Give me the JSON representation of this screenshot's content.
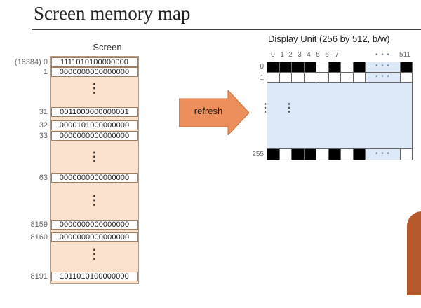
{
  "title": "Screen memory map",
  "memory": {
    "caption": "Screen",
    "rows": [
      {
        "address": "(16384) 0",
        "word": "1111010100000000"
      },
      {
        "address": "1",
        "word": "0000000000000000"
      },
      {
        "ellipsis": true
      },
      {
        "address": "31",
        "word": "0011000000000001"
      },
      {
        "address": "32",
        "word": "0000101000000000"
      },
      {
        "address": "33",
        "word": "0000000000000000"
      },
      {
        "ellipsis": true
      },
      {
        "address": "63",
        "word": "0000000000000000"
      },
      {
        "ellipsis": true
      },
      {
        "address": "8159",
        "word": "0000000000000000"
      },
      {
        "address": "8160",
        "word": "0000000000000000"
      },
      {
        "ellipsis": true
      },
      {
        "address": "8191",
        "word": "1011010100000000"
      }
    ],
    "ellipsis_glyph": "⋮"
  },
  "arrow": {
    "label": "refresh",
    "color": "#ec8f5c",
    "stroke": "#c76f3e"
  },
  "display": {
    "caption": "Display Unit (256 by 512, b/w)",
    "column_labels": [
      "0",
      "1",
      "2",
      "3",
      "4",
      "5",
      "6",
      "7"
    ],
    "column_ellipsis": "• • •",
    "last_column_label": "511",
    "row_labels": [
      "0",
      "1"
    ],
    "last_row_label": "255",
    "rows": {
      "row_0": "11110101",
      "row_1": "00000000",
      "row_255": "10110101"
    },
    "row_0_last_pixel": "1",
    "row_1_last_pixel": "0",
    "row_255_last_pixel": "0",
    "pixel_on_color": "#000000",
    "pixel_off_color": "#ffffff",
    "vertical_ellipsis": "⋮",
    "body_color": "#dde9f8"
  }
}
